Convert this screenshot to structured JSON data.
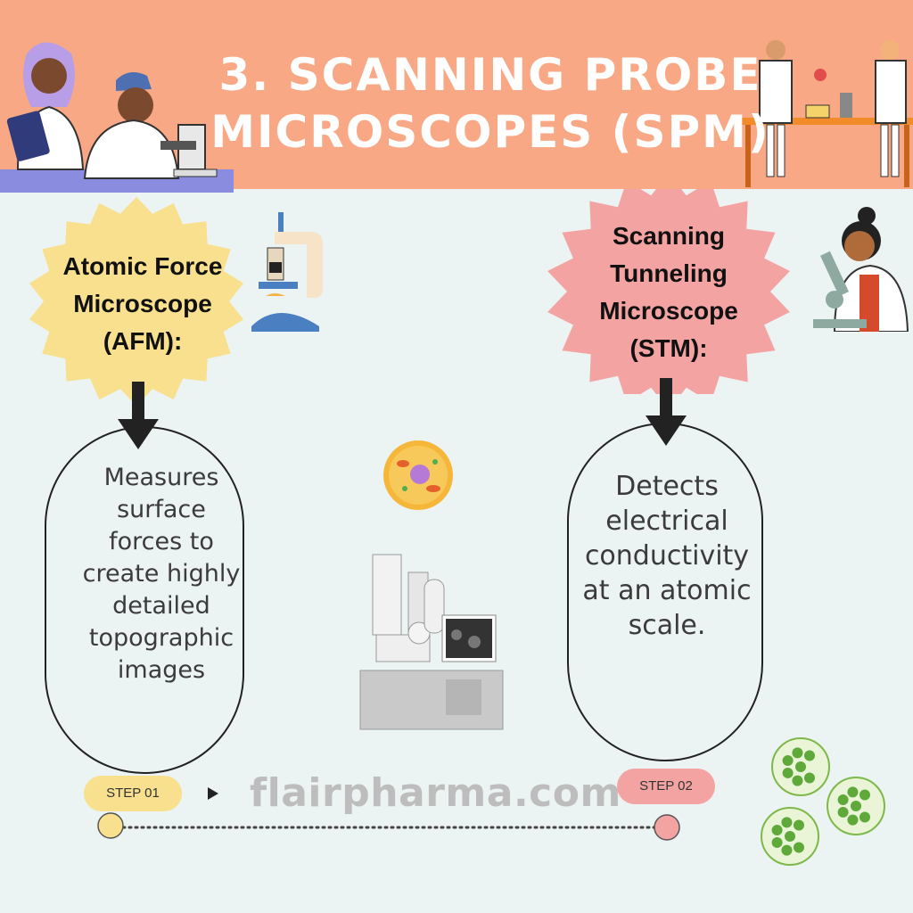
{
  "header": {
    "title_line1": "3. SCANNING PROBE",
    "title_line2": "MICROSCOPES (SPM)"
  },
  "afm": {
    "label_line1": "Atomic Force",
    "label_line2": "Microscope",
    "label_line3": "(AFM):",
    "description": [
      "Measures",
      "surface",
      "forces to",
      "create highly",
      "detailed",
      "topographic",
      "images"
    ],
    "step_label": "STEP 01",
    "color": "#f8e08e"
  },
  "stm": {
    "label_line1": "Scanning",
    "label_line2": "Tunneling",
    "label_line3": "Microscope",
    "label_line4": "(STM):",
    "description": [
      "Detects",
      "electrical",
      "conductivity",
      "at an atomic",
      "scale."
    ],
    "step_label": "STEP 02",
    "color": "#f4a3a3"
  },
  "watermark": "flairpharma.com",
  "colors": {
    "header_bg": "#f9a886",
    "page_bg": "#ecf3f3",
    "afm_burst": "#f8e08e",
    "stm_burst": "#f4a3a3"
  },
  "icons": [
    "scientists-illustration",
    "microscope-icon",
    "cell-icon",
    "electron-microscope-icon",
    "scientist-microscope-icon",
    "algae-cells-icon",
    "arrow-down-icon",
    "play-arrow-icon"
  ]
}
